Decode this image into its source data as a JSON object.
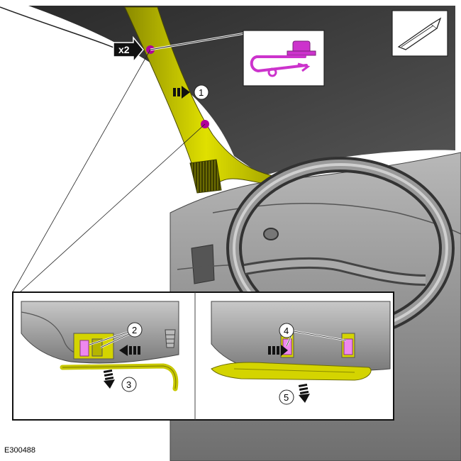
{
  "figure_id": "E300488",
  "callouts": {
    "quantity": "x2",
    "step1": "1",
    "step2": "2",
    "step3": "3",
    "step4": "4",
    "step5": "5"
  },
  "icons": {
    "tool": "trim-removal-tool-icon",
    "clip": "pin-clip-icon"
  },
  "colors": {
    "trim": "#d4d400",
    "clip": "#cc33cc",
    "dark_glass": "#3a3a3a",
    "dashboard": "#8c8c8c"
  }
}
